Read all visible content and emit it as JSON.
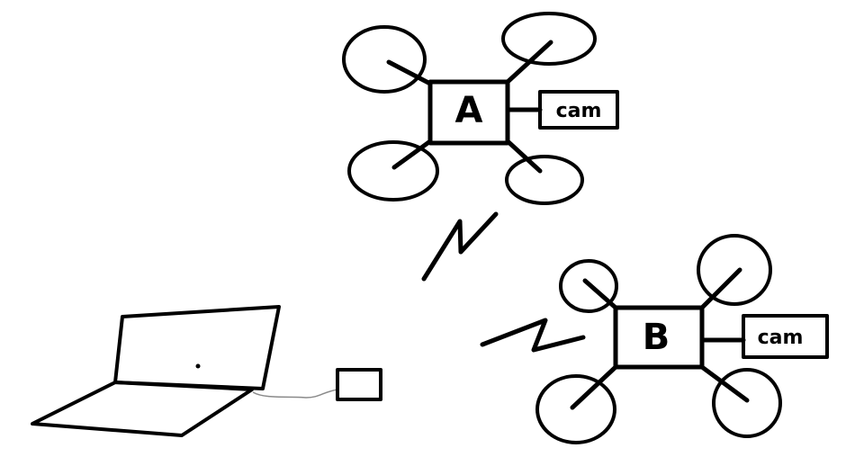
{
  "drone_a": {
    "label": "A",
    "cam_label": "cam"
  },
  "drone_b": {
    "label": "B",
    "cam_label": "cam"
  },
  "colors": {
    "ink": "#000000",
    "background": "#ffffff",
    "cable": "#8a8a8a"
  }
}
